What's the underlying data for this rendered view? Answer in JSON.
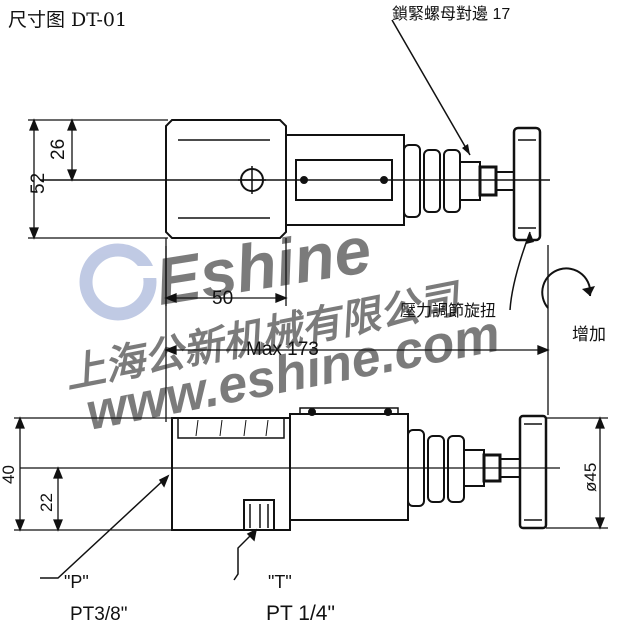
{
  "title": "尺寸图 DT-01",
  "callouts": {
    "lock_nut": "鎖緊螺母對邊 17",
    "pressure_knob": "壓力調節旋扭",
    "increase": "增加"
  },
  "dimensions": {
    "height_top": "52",
    "half_height_top": "26",
    "width_50": "50",
    "max_length": "Max 173",
    "height_side": "40",
    "port_height": "22",
    "knob_diameter": "ø45"
  },
  "ports": {
    "p_label": "\"P\"",
    "p_thread": "PT3/8\"",
    "t_label": "\"T\"",
    "t_thread": "PT 1/4\""
  },
  "watermark": {
    "brand": "Eshine",
    "company": "上海公新机械有限公司",
    "url": "www.eshine.com"
  },
  "colors": {
    "line": "#111111",
    "watermark": "#8e9fcf"
  }
}
